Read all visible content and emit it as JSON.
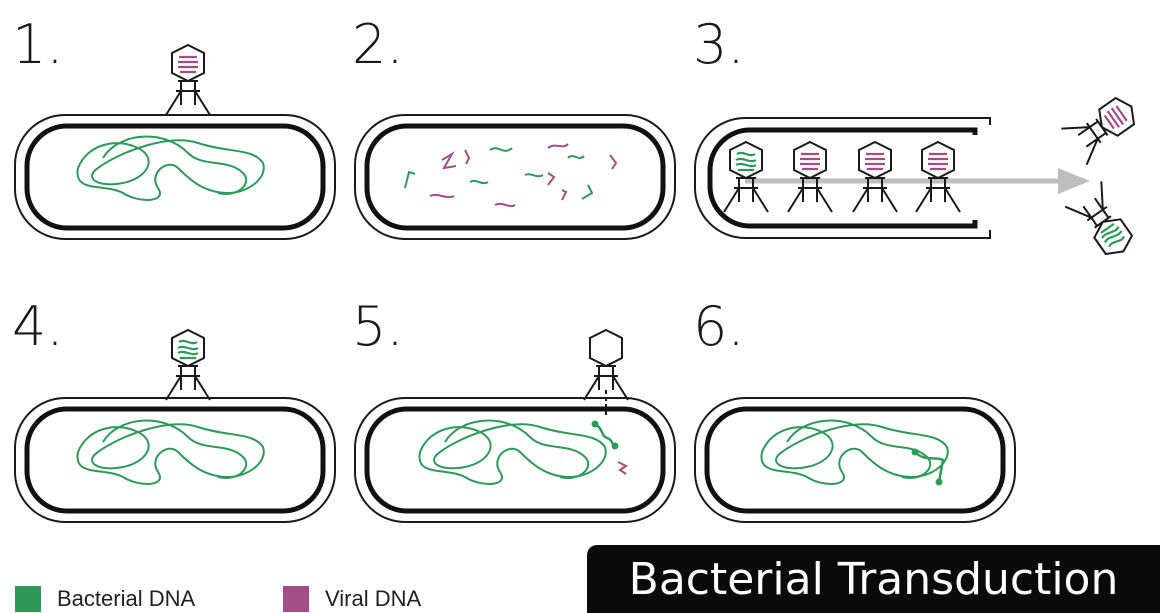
{
  "steps": [
    "1.",
    "2.",
    "3.",
    "4.",
    "5.",
    "6."
  ],
  "legend": [
    {
      "label": "Bacterial DNA",
      "color": "#2e9a5a"
    },
    {
      "label": "Viral DNA",
      "color": "#a24d86"
    }
  ],
  "title": "Bacterial Transduction",
  "colors": {
    "bacterial_dna": "#2e9a5a",
    "viral_dna": "#a24d86",
    "outline": "#1a1a1a",
    "arrow": "#bdbdbd"
  }
}
